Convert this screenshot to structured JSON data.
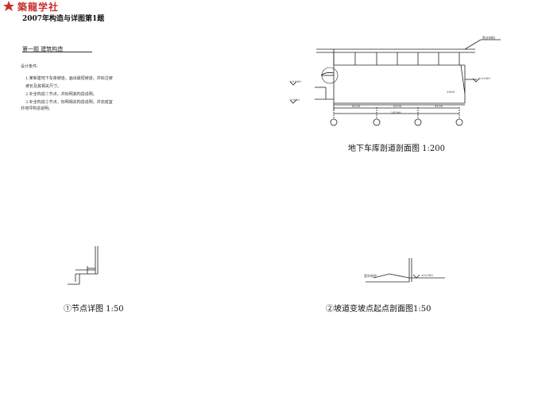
{
  "header": {
    "logo_text": "築龍学社",
    "exam_title": "2007年构造与详图第1题"
  },
  "section": {
    "heading": "第一题   建筑构造"
  },
  "requirements": {
    "heading": "设计条件:",
    "items": [
      "1.某新建地下车库坡道，画出最短坡道，并标注坡",
      "  坡长及其相关尺寸。",
      "2.补全构造①节点，并标明其构造说明。",
      "3.补全构造②节点，标明相关构造说明，并完成室",
      "外地坪构造说明。"
    ]
  },
  "main_section": {
    "label_top_right": "防水材料",
    "elev_left": "±0.000",
    "elev_right": "±0.000",
    "elev_bottom": "-3.600",
    "dim_1": "8100",
    "dim_2": "8100",
    "dim_3": "8100",
    "dim_total": "24300",
    "dim_small": "2000",
    "caption": "地下车库剖道剖面图 1:200"
  },
  "detail_1": {
    "caption": "①节点详图 1:50"
  },
  "detail_2": {
    "label_left": "室外地坪",
    "elev": "±0.000",
    "caption": "②坡道变坡点起点剖面图1:50"
  }
}
